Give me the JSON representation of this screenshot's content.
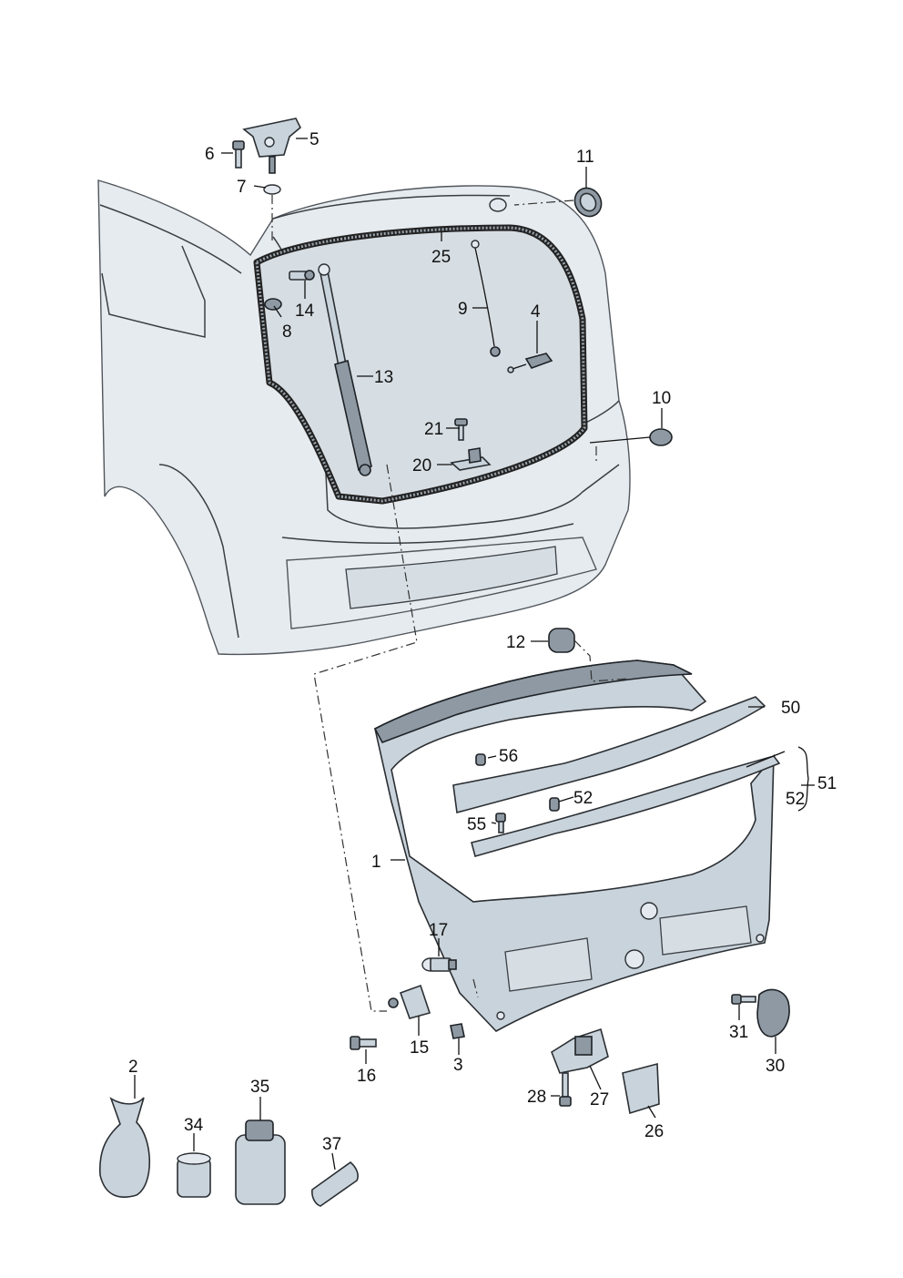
{
  "callouts": {
    "c1": "1",
    "c2": "2",
    "c3": "3",
    "c4": "4",
    "c5": "5",
    "c6": "6",
    "c7": "7",
    "c8": "8",
    "c9": "9",
    "c10": "10",
    "c11": "11",
    "c12": "12",
    "c13": "13",
    "c14": "14",
    "c15": "15",
    "c16": "16",
    "c17": "17",
    "c20": "20",
    "c21": "21",
    "c25": "25",
    "c26": "26",
    "c27": "27",
    "c28": "28",
    "c30": "30",
    "c31": "31",
    "c34": "34",
    "c35": "35",
    "c37": "37",
    "c50": "50",
    "c51": "51",
    "c52a": "52",
    "c52b": "52",
    "c55": "55",
    "c56": "56"
  }
}
